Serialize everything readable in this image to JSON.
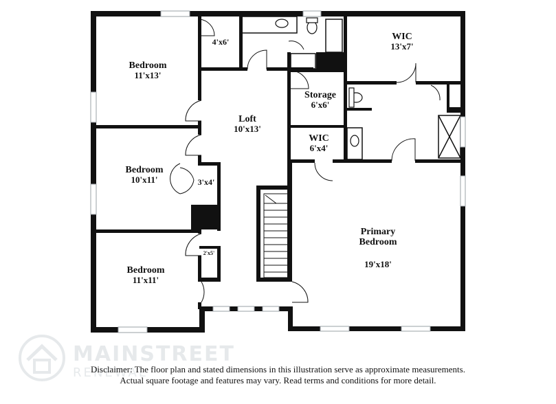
{
  "rooms": {
    "bedroom_nw": {
      "name": "Bedroom",
      "dims": "11'x13'"
    },
    "closet_4x6": {
      "name": "",
      "dims": "4'x6'"
    },
    "loft": {
      "name": "Loft",
      "dims": "10'x13'"
    },
    "wic_top": {
      "name": "WIC",
      "dims": "13'x7'"
    },
    "storage": {
      "name": "Storage",
      "dims": "6'x6'"
    },
    "wic_mid": {
      "name": "WIC",
      "dims": "6'x4'"
    },
    "bedroom_w": {
      "name": "Bedroom",
      "dims": "10'x11'"
    },
    "closet_3x4": {
      "name": "",
      "dims": "3'x4'"
    },
    "primary": {
      "name": "Primary\nBedroom",
      "dims": "19'x18'"
    },
    "closet_2x5": {
      "name": "",
      "dims": "2'x5'"
    },
    "bedroom_sw": {
      "name": "Bedroom",
      "dims": "11'x11'"
    }
  },
  "disclaimer": {
    "line1": "Disclaimer: The floor plan and stated dimensions in this illustration serve as approximate measurements.",
    "line2": "Actual square footage and features may vary. Read terms and conditions for more detail."
  },
  "watermark": {
    "brand": "MAINSTREET",
    "sub": "RENEWAL",
    "icon": "house-logo-icon"
  },
  "colors": {
    "wall": "#111111",
    "window": "#9aa0a6"
  }
}
